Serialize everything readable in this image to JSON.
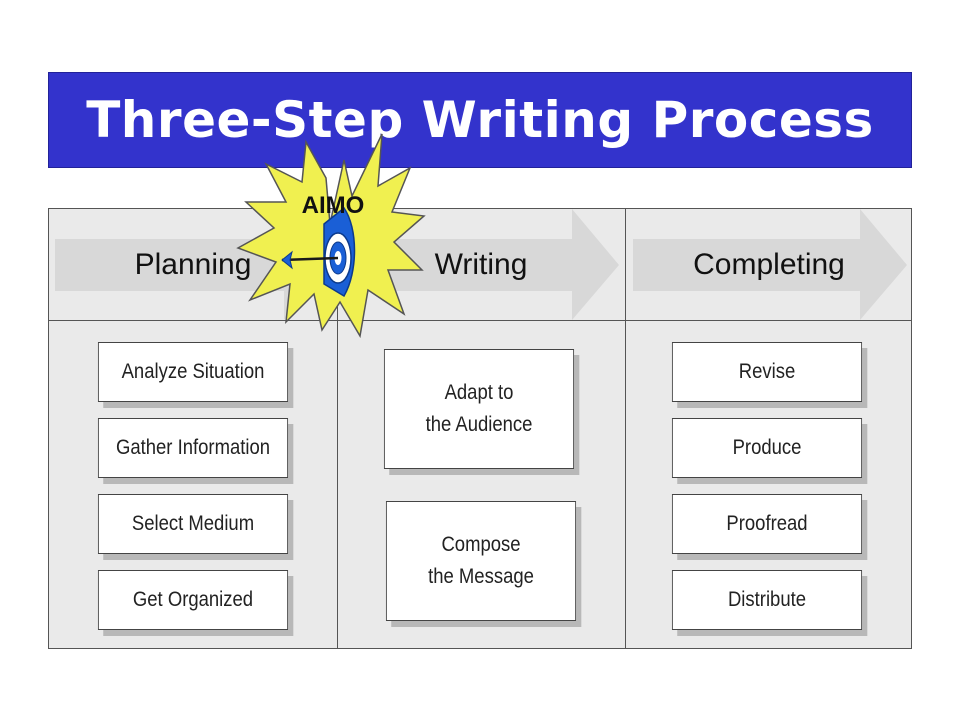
{
  "title": "Three-Step Writing Process",
  "stages": [
    {
      "label": "Planning",
      "items": [
        "Analyze Situation",
        "Gather Information",
        "Select Medium",
        "Get Organized"
      ]
    },
    {
      "label": "Writing",
      "items": [
        "Adapt to\nthe Audience",
        "Compose\nthe Message"
      ]
    },
    {
      "label": "Completing",
      "items": [
        "Revise",
        "Produce",
        "Proofread",
        "Distribute"
      ]
    }
  ],
  "badge": {
    "label": "AIMO",
    "icon": "target-arrow-icon"
  },
  "colors": {
    "title_bg": "#3333cc",
    "title_text": "#ffffff",
    "panel_bg": "#eaeaea",
    "arrow_fill": "#d8d8d8",
    "badge_fill": "#f0f050",
    "target_blue": "#1a5fd6"
  }
}
